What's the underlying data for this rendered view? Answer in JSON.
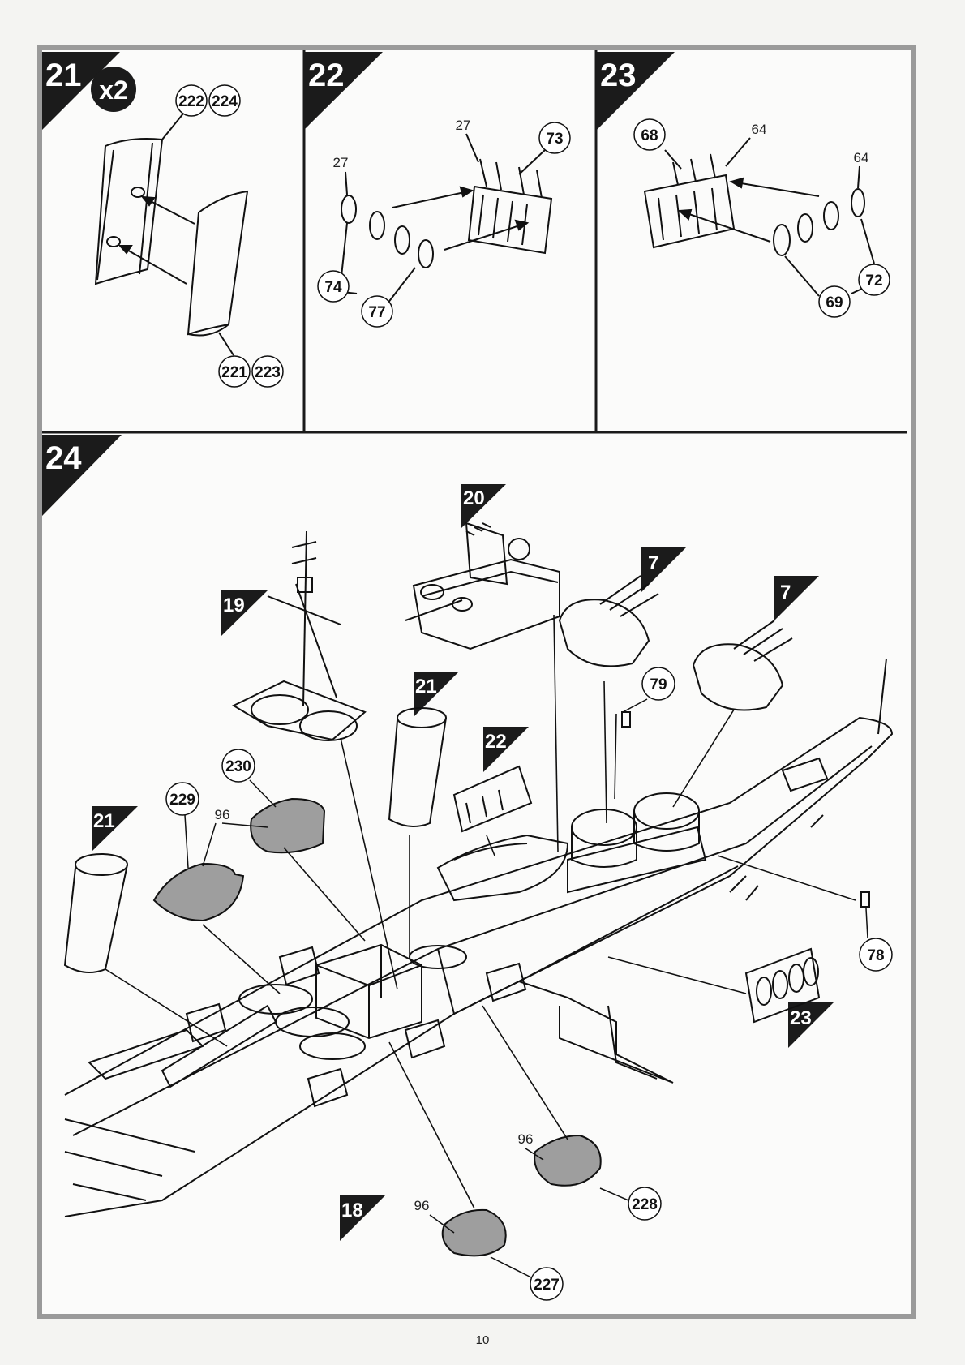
{
  "page_number": "10",
  "steps": {
    "s21": {
      "number": "21",
      "multiplier": "x2",
      "callouts": [
        "222",
        "224",
        "221",
        "223"
      ]
    },
    "s22": {
      "number": "22",
      "callouts": [
        "73",
        "74",
        "77"
      ],
      "plain": [
        "27",
        "27"
      ]
    },
    "s23": {
      "number": "23",
      "callouts": [
        "68",
        "72",
        "69"
      ],
      "plain": [
        "64",
        "64"
      ]
    },
    "s24": {
      "number": "24",
      "subassemblies": [
        "20",
        "7",
        "7",
        "19",
        "21",
        "21",
        "22",
        "23",
        "18"
      ],
      "callouts": [
        "79",
        "230",
        "229",
        "78",
        "228",
        "227"
      ],
      "plain": [
        "96",
        "96",
        "96"
      ]
    }
  },
  "colors": {
    "frame": "#9a9a9a",
    "ink": "#111111",
    "fill_grey": "#9e9e9e",
    "tag_bg": "#1b1b1b"
  }
}
